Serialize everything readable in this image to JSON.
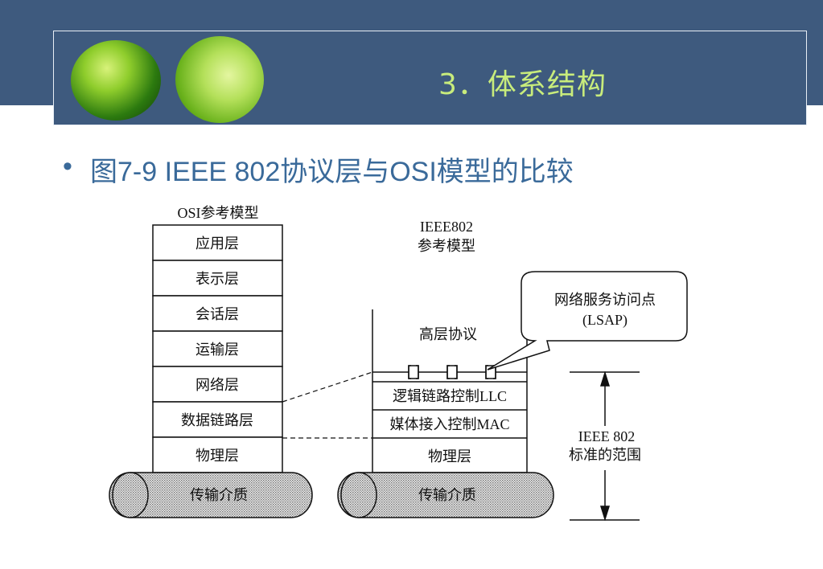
{
  "slide": {
    "title": "3．体系结构",
    "bullet": "•",
    "subtitle": "图7-9 IEEE 802协议层与OSI模型的比较"
  },
  "diagram": {
    "osi_header": "OSI参考模型",
    "osi_layers": [
      "应用层",
      "表示层",
      "会话层",
      "运输层",
      "网络层",
      "数据链路层",
      "物理层"
    ],
    "ieee_header_line1": "IEEE802",
    "ieee_header_line2": "参考模型",
    "ieee_upper": "高层协议",
    "ieee_llc": "逻辑链路控制LLC",
    "ieee_mac": "媒体接入控制MAC",
    "ieee_phy": "物理层",
    "medium": "传输介质",
    "callout_line1": "网络服务访问点",
    "callout_line2": "(LSAP)",
    "scope_line1": "IEEE 802",
    "scope_line2": "标准的范围"
  },
  "colors": {
    "header_bg": "#3e5a7e",
    "title_text": "#c8ec7c",
    "subtitle_text": "#3a6a9a"
  }
}
